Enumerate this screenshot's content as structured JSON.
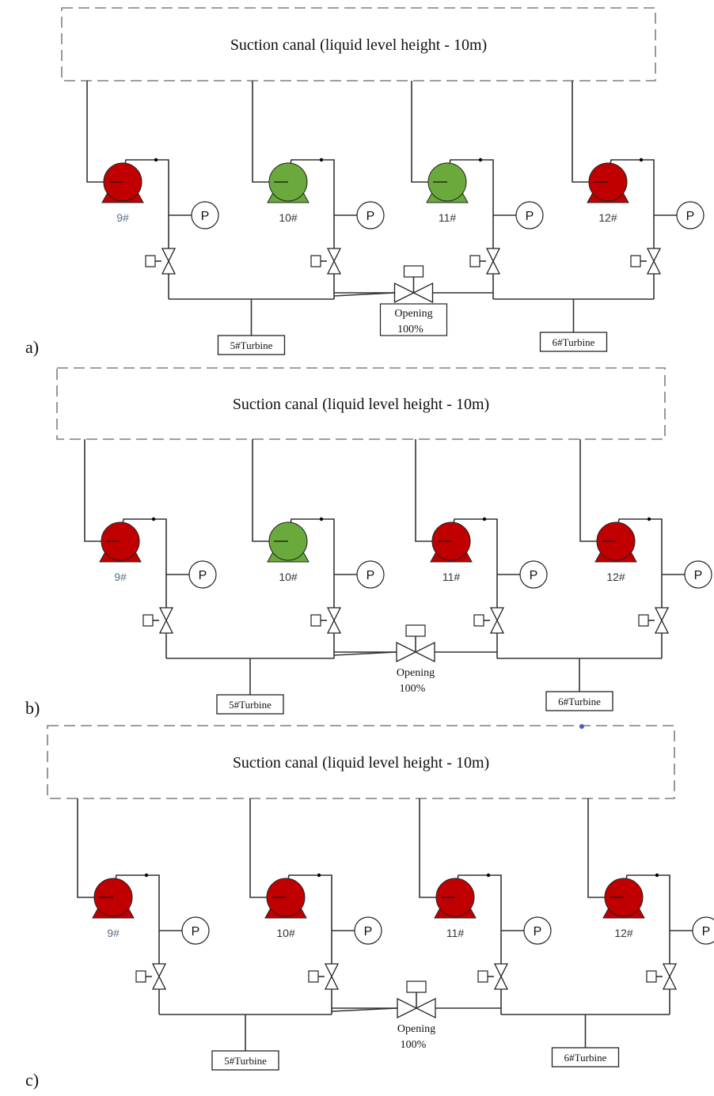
{
  "colors": {
    "running": "#c00000",
    "stopped": "#6aaa3c",
    "line": "#333333",
    "canal_border": "#7f7f7f",
    "pump_label_faded": "#5a6b86"
  },
  "panels": [
    {
      "label": "a)",
      "canal_label": "Suction canal (liquid level height - 10m)",
      "valve_caption_line1": "Opening",
      "valve_caption_line2": "100%",
      "turbine_left": "5#Turbine",
      "turbine_right": "6#Turbine",
      "pumps": [
        {
          "label": "9#",
          "state": "red",
          "gauge": "P"
        },
        {
          "label": "10#",
          "state": "green",
          "gauge": "P"
        },
        {
          "label": "11#",
          "state": "green",
          "gauge": "P"
        },
        {
          "label": "12#",
          "state": "red",
          "gauge": "P"
        }
      ]
    },
    {
      "label": "b)",
      "canal_label": "Suction canal (liquid level height - 10m)",
      "valve_caption_line1": "Opening",
      "valve_caption_line2": "100%",
      "turbine_left": "5#Turbine",
      "turbine_right": "6#Turbine",
      "pumps": [
        {
          "label": "9#",
          "state": "red",
          "gauge": "P"
        },
        {
          "label": "10#",
          "state": "green",
          "gauge": "P"
        },
        {
          "label": "11#",
          "state": "red",
          "gauge": "P"
        },
        {
          "label": "12#",
          "state": "red",
          "gauge": "P"
        }
      ]
    },
    {
      "label": "c)",
      "canal_label": "Suction canal (liquid level height - 10m)",
      "valve_caption_line1": "Opening",
      "valve_caption_line2": "100%",
      "turbine_left": "5#Turbine",
      "turbine_right": "6#Turbine",
      "pumps": [
        {
          "label": "9#",
          "state": "red",
          "gauge": "P"
        },
        {
          "label": "10#",
          "state": "red",
          "gauge": "P"
        },
        {
          "label": "11#",
          "state": "red",
          "gauge": "P"
        },
        {
          "label": "12#",
          "state": "red",
          "gauge": "P"
        }
      ]
    }
  ]
}
